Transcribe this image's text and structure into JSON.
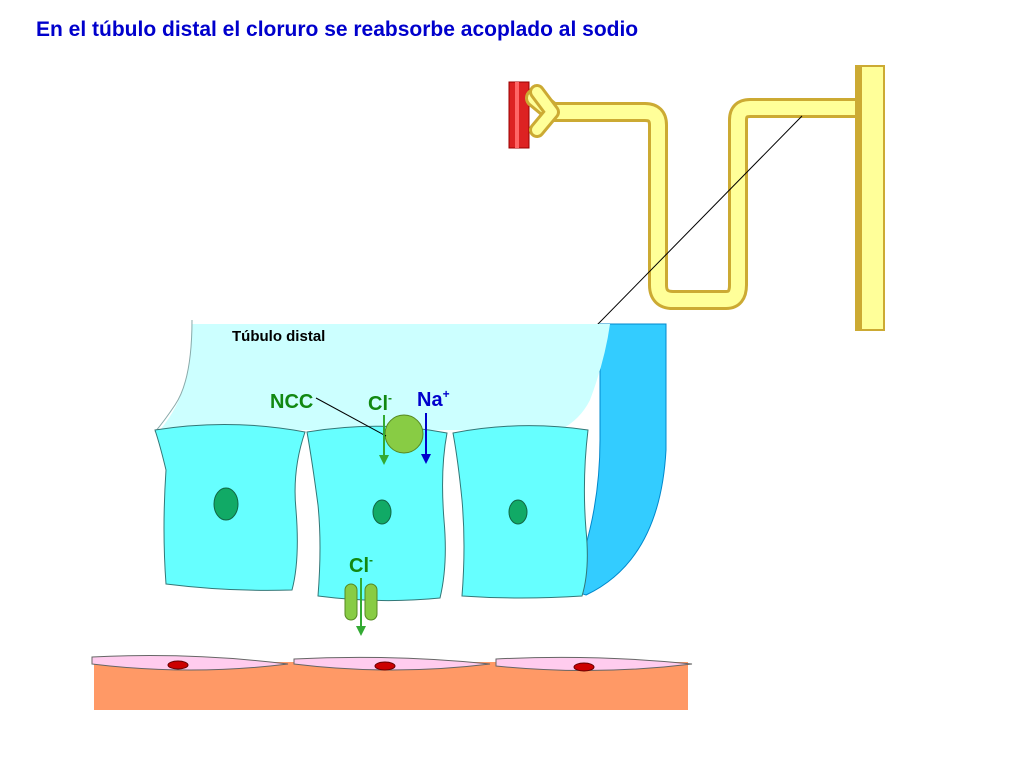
{
  "title": "En el túbulo distal el cloruro se reabsorbe acoplado al sodio",
  "labels": {
    "tubule": "Túbulo distal",
    "ncc": "NCC",
    "cl_apical": "Cl",
    "cl_apical_sup": "-",
    "na": "Na",
    "na_sup": "+",
    "cl_basal": "Cl",
    "cl_basal_sup": "-"
  },
  "colors": {
    "title": "#0000cc",
    "label_green": "#118811",
    "label_blue": "#0000cc",
    "lumen": "#ccffff",
    "cell": "#66ffff",
    "tubule_wall": "#33ccff",
    "nephron_tube": "#ffff99",
    "nephron_outline": "#ccaa33",
    "glomerulus": "#dd2222",
    "interstitium": "#ff9966",
    "endothelium": "#ffccee",
    "nucleus": "#11aa66",
    "transporter": "#88cc44"
  }
}
